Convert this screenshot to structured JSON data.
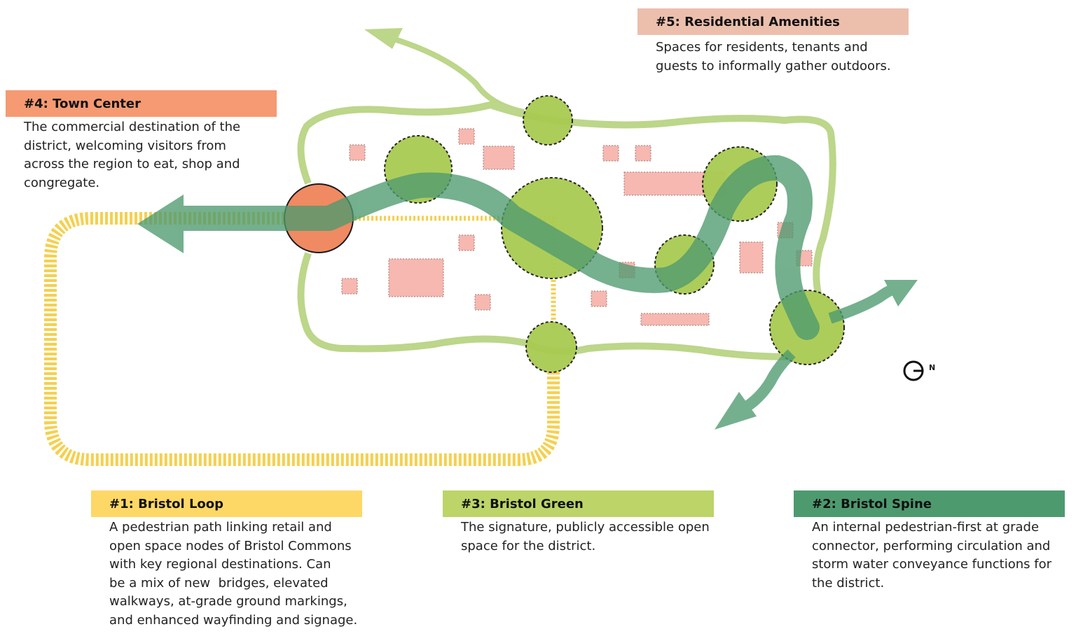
{
  "colors": {
    "loop": "#f5d04f",
    "green": "#bcd468",
    "spine": "#4e9a6f",
    "town": "#f59a72",
    "residential": "#ecbfad",
    "building": "#f6b8b0",
    "circle_fill": "#a9cb52",
    "outline_green": "#bcd68a"
  },
  "labels": {
    "town_center": {
      "title": "#4: Town Center",
      "lines": [
        "The commercial destination of the",
        "district, welcoming visitors from",
        "across the region to eat, shop and",
        "congregate."
      ]
    },
    "residential": {
      "title": "#5: Residential Amenities",
      "lines": [
        "Spaces for residents, tenants and",
        "guests to informally gather outdoors."
      ]
    },
    "bristol_loop": {
      "title": "#1: Bristol Loop",
      "lines": [
        "A pedestrian path linking retail and",
        "open space nodes of Bristol Commons",
        "with key regional destinations. Can",
        "be a mix of new  bridges, elevated",
        "walkways, at-grade ground markings,",
        "and enhanced wayfinding and signage."
      ]
    },
    "bristol_green": {
      "title": "#3: Bristol Green",
      "lines": [
        "The signature, publicly accessible open",
        "space for the district."
      ]
    },
    "bristol_spine": {
      "title": "#2: Bristol Spine",
      "lines": [
        "An internal pedestrian-first at grade",
        "connector, performing circulation and",
        "storm water conveyance functions for",
        "the district."
      ]
    }
  },
  "north_label": "N",
  "icons": {
    "north": "north-arrow-icon"
  }
}
